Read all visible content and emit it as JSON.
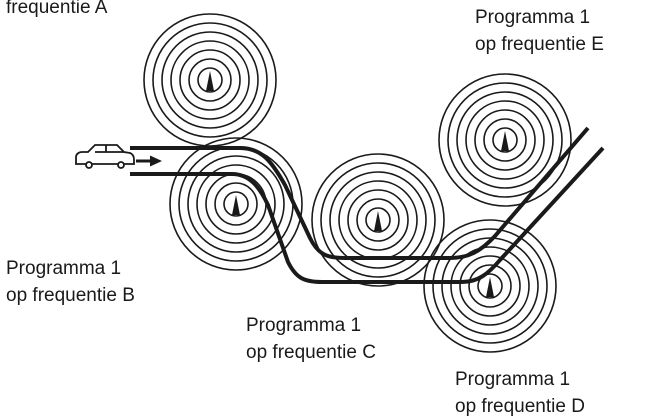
{
  "labels": {
    "a": {
      "line2": "frequentie A"
    },
    "e": {
      "line1": "Programma 1",
      "line2": "op frequentie E"
    },
    "b": {
      "line1": "Programma 1",
      "line2": "op frequentie B"
    },
    "c": {
      "line1": "Programma 1",
      "line2": "op frequentie C"
    },
    "d": {
      "line1": "Programma 1",
      "line2": "op frequentie D"
    }
  },
  "transmitters": [
    "A",
    "B",
    "C",
    "D",
    "E"
  ],
  "icons": {
    "vehicle": "car-icon",
    "direction": "arrow-right-icon",
    "antenna": "antenna-icon"
  },
  "colors": {
    "ink": "#1a1a1a",
    "background": "#ffffff"
  }
}
